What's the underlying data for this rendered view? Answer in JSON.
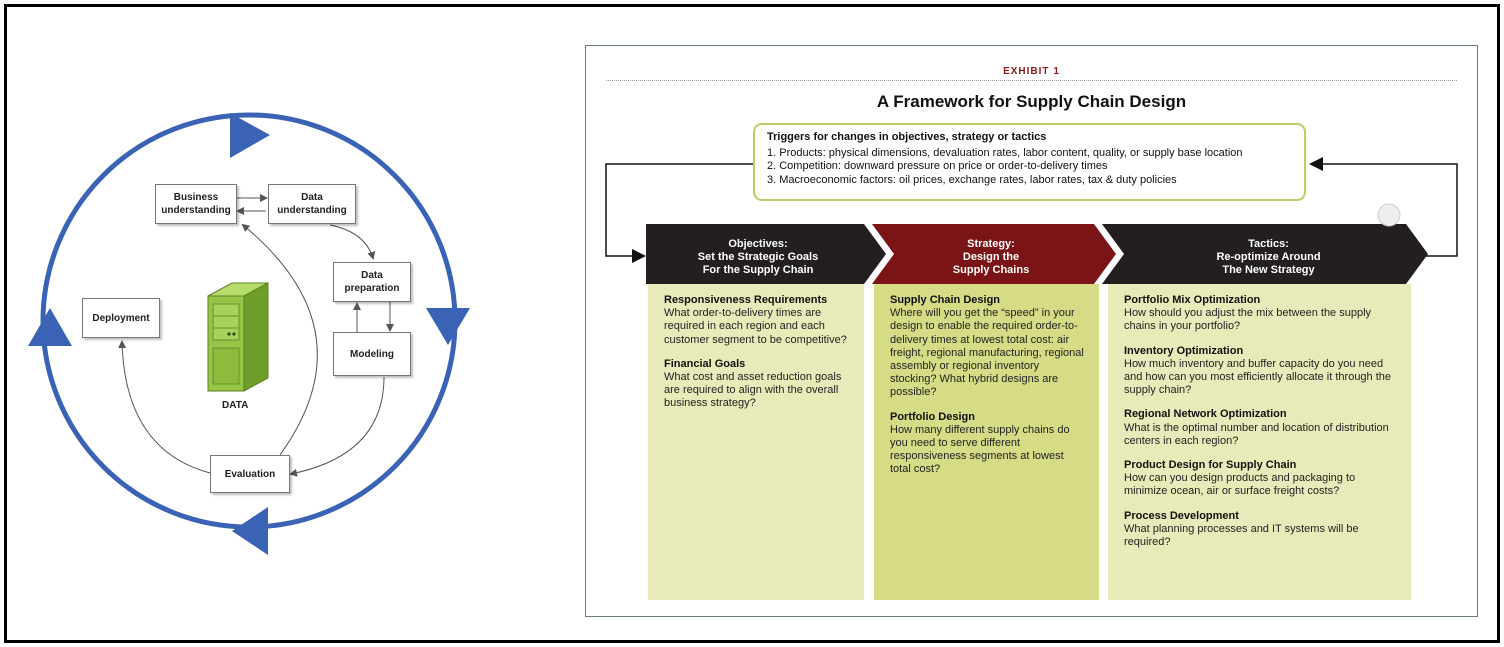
{
  "crisp_dm": {
    "phases": {
      "business_understanding": "Business\nunderstanding",
      "data_understanding": "Data\nunderstanding",
      "data_preparation": "Data\npreparation",
      "modeling": "Modeling",
      "evaluation": "Evaluation",
      "deployment": "Deployment"
    },
    "center_label": "DATA",
    "colors": {
      "cycle": "#3b63b5",
      "server": "#8fc23f"
    }
  },
  "exhibit": {
    "label": "EXHIBIT 1",
    "title": "A Framework for Supply Chain Design",
    "triggers": {
      "heading": "Triggers for changes in objectives, strategy or tactics",
      "items": [
        "1. Products: physical dimensions, devaluation rates, labor content, quality, or supply base location",
        "2. Competition: downward pressure on price or order-to-delivery times",
        "3. Macroeconomic factors: oil prices, exchange rates, labor rates, tax & duty policies"
      ]
    },
    "columns": [
      {
        "header": [
          "Objectives:",
          "Set the Strategic Goals",
          "For the Supply Chain"
        ],
        "items": [
          {
            "title": "Responsiveness Requirements",
            "text": "What order-to-delivery times are required in each region and each customer segment to be competitive?"
          },
          {
            "title": "Financial Goals",
            "text": "What cost and asset reduction goals are required to align with the overall business strategy?"
          }
        ]
      },
      {
        "header": [
          "Strategy:",
          "Design the",
          "Supply Chains"
        ],
        "items": [
          {
            "title": "Supply Chain Design",
            "text": "Where will you get the “speed” in your design to enable the required order-to-delivery times at lowest total cost: air freight, regional manufacturing, regional assembly or regional inventory stocking? What hybrid designs are possible?"
          },
          {
            "title": "Portfolio Design",
            "text": "How many different supply chains do you need to serve different responsiveness segments at lowest total cost?"
          }
        ]
      },
      {
        "header": [
          "Tactics:",
          "Re-optimize Around",
          "The New Strategy"
        ],
        "items": [
          {
            "title": "Portfolio Mix Optimization",
            "text": "How should you adjust the mix between the supply chains in your portfolio?"
          },
          {
            "title": "Inventory Optimization",
            "text": "How much inventory and buffer capacity do you need and how can you most efficiently allocate it through the supply chain?"
          },
          {
            "title": "Regional Network Optimization",
            "text": "What is the optimal number and location of distribution centers in each region?"
          },
          {
            "title": "Product Design for Supply Chain",
            "text": "How can you design products and packaging to minimize ocean, air or surface freight costs?"
          },
          {
            "title": "Process Development",
            "text": "What planning processes and IT systems will be required?"
          }
        ]
      }
    ],
    "colors": {
      "band_dark": "#231f20",
      "band_red": "#7a1416",
      "trigger_border": "#b7cf63",
      "accent_text": "#8a1b1b"
    }
  }
}
